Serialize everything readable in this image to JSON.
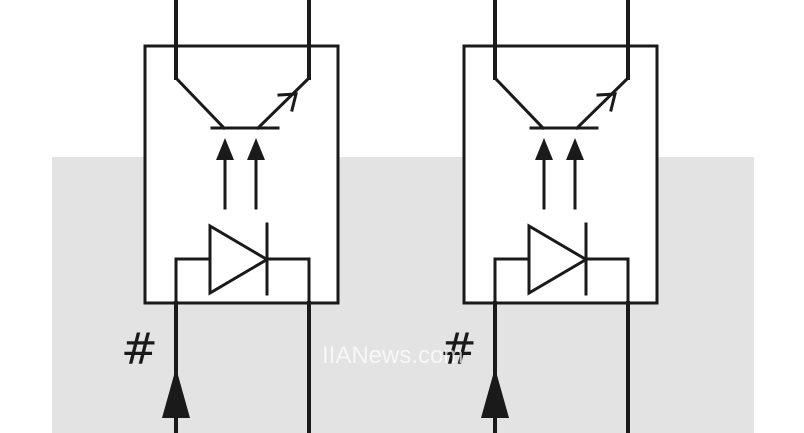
{
  "diagram": {
    "type": "optocoupler-schematic",
    "units": [
      {
        "component": "optocoupler",
        "input_symbol": "#"
      },
      {
        "component": "optocoupler",
        "input_symbol": "#"
      }
    ]
  },
  "watermark": "IIANews.com",
  "colors": {
    "background_band": "#e3e3e3",
    "stroke": "#1a1a1a",
    "page": "#ffffff"
  }
}
